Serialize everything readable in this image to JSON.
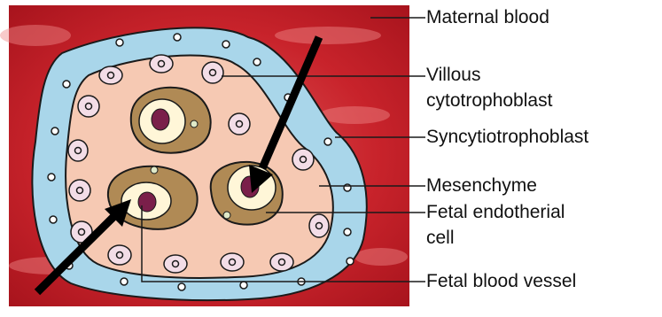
{
  "labels": {
    "maternal_blood": "Maternal blood",
    "villous_line1": "Villous",
    "villous_line2": "cytotrophoblast",
    "syncytiotrophoblast": "Syncytiotrophoblast",
    "mesenchyme": "Mesenchyme",
    "fetal_endo_line1": "Fetal endotherial",
    "fetal_endo_line2": "cell",
    "fetal_blood_vessel": "Fetal blood vessel"
  },
  "colors": {
    "maternal_blood": "#c8232b",
    "syncytiotrophoblast": "#a9d6ea",
    "mesenchyme": "#f6c9b3",
    "vessel_wall": "#b08a55",
    "vessel_lumen": "#fff6d8",
    "fetal_cell_nucleus": "#7a1f4a",
    "cytotrophoblast_cell": "#f3dde7",
    "arrow": "#000000"
  }
}
